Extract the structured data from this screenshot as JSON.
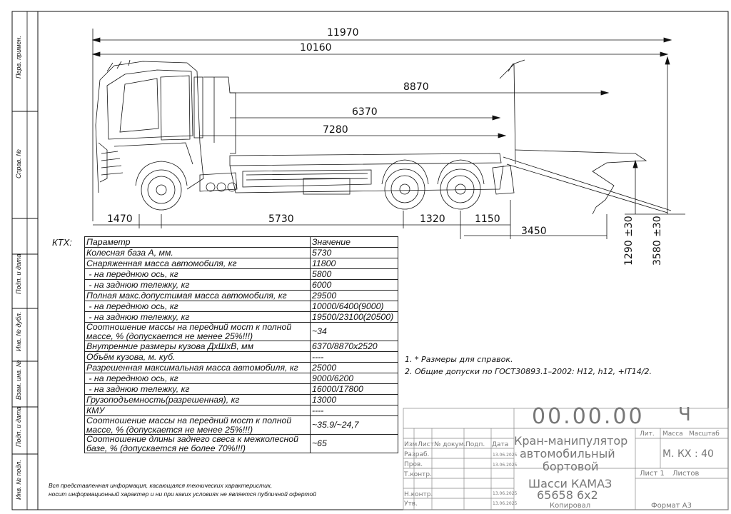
{
  "side_labels": [
    "Перв. примен.",
    "Справ. №",
    "Подп. и дата",
    "Инв. № дубл.",
    "Взам. инв. №",
    "Подп. и дата",
    "Инв. № подл."
  ],
  "dimensions": {
    "overall_length": "11970",
    "length_10160": "10160",
    "body_inner_length": "8870",
    "body_length_6370": "6370",
    "length_7280": "7280",
    "front_overhang": "1470",
    "wheelbase": "5730",
    "bogie_spacing": "1320",
    "rear_axle_to_frame": "1150",
    "rear_overhang": "3450",
    "frame_height": "1290 ±30",
    "total_height": "3580 ±30"
  },
  "ktx_label": "КТХ:",
  "spec_table": {
    "headers": [
      "Параметр",
      "Значение"
    ],
    "rows": [
      [
        "Колесная база А, мм.",
        "5730"
      ],
      [
        "Снаряженная масса автомобиля, кг",
        "11800"
      ],
      [
        " - на переднюю ось, кг",
        "5800"
      ],
      [
        " - на заднюю тележку, кг",
        "6000"
      ],
      [
        "Полная макс.допустимая масса автомобиля, кг",
        "29500"
      ],
      [
        " - на переднюю ось, кг",
        "10000/6400(9000)"
      ],
      [
        " - на заднюю тележку, кг",
        "19500/23100(20500)"
      ],
      [
        "Соотношение массы на передний мост к полной\nмассе, % (допускается не менее 25%!!!)",
        "~34"
      ],
      [
        "Внутренние размеры кузова ДхШхВ, мм",
        "6370/8870х2520"
      ],
      [
        "Объём кузова, м. куб.",
        "----"
      ],
      [
        "Разрешенная максимальная масса автомобиля, кг",
        "25000"
      ],
      [
        " - на переднюю ось, кг",
        "9000/6200"
      ],
      [
        " - на заднюю тележку, кг",
        "16000/17800"
      ],
      [
        "Грузоподъемность(разрешенная), кг",
        "13000"
      ],
      [
        "КМУ",
        "----"
      ],
      [
        "Соотношение массы на передний мост к полной\nмассе, % (допускается не менее 25%!!!)",
        "~35.9/~24,7"
      ],
      [
        "Соотношение длины заднего свеса к межколесной\nбазе, % (допускается не более 70%!!!)",
        "~65"
      ]
    ]
  },
  "notes": [
    "1. * Размеры для справок.",
    "2. Общие допуски по ГОСТ30893.1–2002: Н12, h12, +IT14/2."
  ],
  "disclaimer": [
    "Вся представленная информация, касающаяся технических характеристик,",
    "носит информационный характер и ни при каких условиях не является публичной офертой"
  ],
  "title_block": {
    "doc_number": "00.00.00",
    "doc_suffix": "Ч",
    "product_line1": "Кран-манипулятор",
    "product_line2": "автомобильный",
    "product_line3": "бортовой",
    "chassis_line1": "Шасси КАМАЗ",
    "chassis_line2": "65658 6х2",
    "col_izm": "Изм",
    "col_list": "Лист",
    "col_doc": "№ докум.",
    "col_sign": "Подп.",
    "col_date": "Дата",
    "razrab": "Разраб.",
    "prov": "Пров.",
    "tkontr": "Т.контр.",
    "nkontr": "Н.контр.",
    "utv": "Утв.",
    "date1": "13.06.2025",
    "date2": "13.06.2025",
    "date3": "13.06.2025",
    "date4": "13.06.2025",
    "lit": "Лит.",
    "massa": "Масса",
    "masshtab": "Масштаб",
    "scale": "М. КХ : 40",
    "sheet": "Лист 1",
    "sheets": "Листов",
    "kopiroval": "Копировал",
    "format": "Формат А3"
  },
  "colors": {
    "line": "#111111",
    "faint": "#777777"
  }
}
